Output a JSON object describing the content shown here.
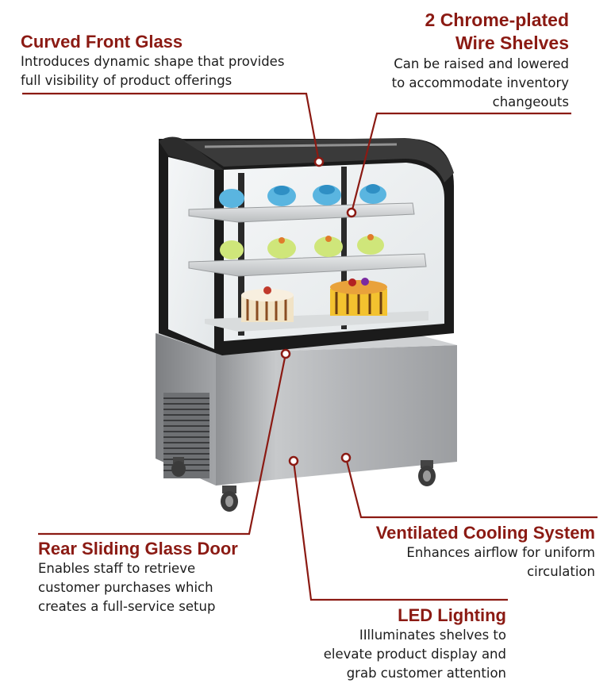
{
  "accent_color": "#8b1a13",
  "leader_color": "#8b1a13",
  "callouts": {
    "curved_glass": {
      "title": "Curved Front Glass",
      "desc_line1": "Introduces dynamic shape that provides",
      "desc_line2": "full visibility of product offerings"
    },
    "wire_shelves": {
      "title_line1": "2 Chrome-plated",
      "title_line2": "Wire Shelves",
      "desc_line1": "Can be raised and lowered",
      "desc_line2": "to accommodate inventory",
      "desc_line3": "changeouts"
    },
    "rear_door": {
      "title": "Rear Sliding Glass Door",
      "desc_line1": "Enables staff to retrieve",
      "desc_line2": "customer purchases which",
      "desc_line3": "creates a full-service setup"
    },
    "cooling": {
      "title": "Ventilated Cooling System",
      "desc_line1": "Enhances airflow for uniform",
      "desc_line2": "circulation"
    },
    "led": {
      "title": "LED Lighting",
      "desc_line1": "IIlluminates shelves to",
      "desc_line2": "elevate product display and",
      "desc_line3": "grab customer attention"
    }
  }
}
